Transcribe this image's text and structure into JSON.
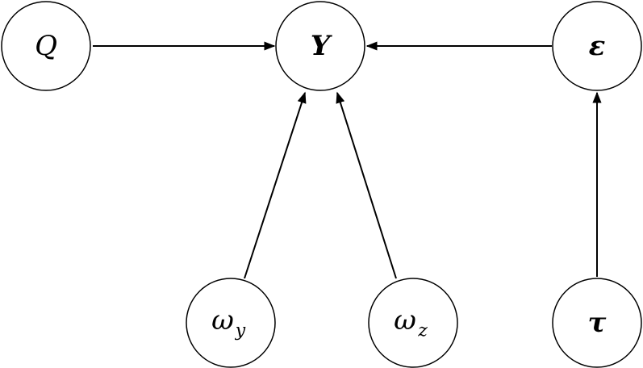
{
  "nodes": {
    "q": {
      "label": "Q"
    },
    "y": {
      "label": "Y"
    },
    "eps": {
      "label": "ε"
    },
    "omega_y": {
      "label": "ω",
      "sub": "y"
    },
    "omega_z": {
      "label": "ω",
      "sub": "z"
    },
    "tau": {
      "label": "τ"
    }
  },
  "edges": [
    {
      "from": "Q",
      "to": "Y"
    },
    {
      "from": "ε",
      "to": "Y"
    },
    {
      "from": "ω_y",
      "to": "Y"
    },
    {
      "from": "ω_z",
      "to": "Y"
    },
    {
      "from": "τ",
      "to": "ε"
    }
  ]
}
